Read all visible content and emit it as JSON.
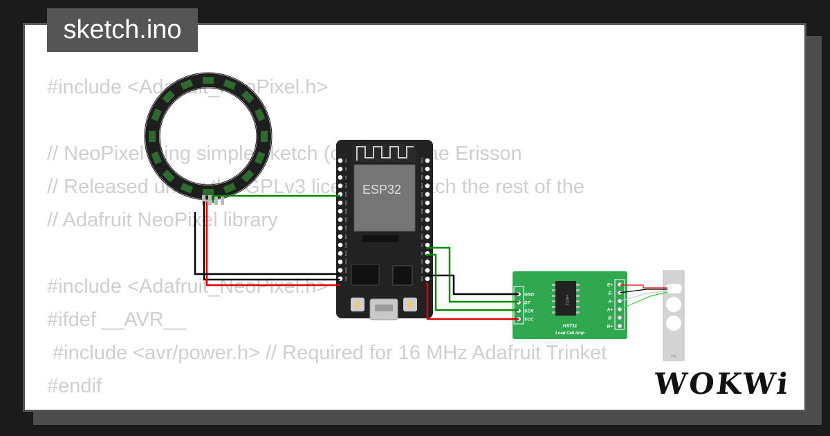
{
  "title": "sketch.ino",
  "code_lines": [
    "#include <Adafruit_NeoPixel.h>",
    "",
    "// NeoPixel Ring simple sketch (c) 2013 Shae Erisson",
    "// Released under the GPLv3 license to match the rest of the",
    "// Adafruit NeoPixel library",
    "",
    "#include <Adafruit_NeoPixel.h>",
    "#ifdef __AVR__",
    " #include <avr/power.h> // Required for 16 MHz Adafruit Trinket",
    "#endif"
  ],
  "esp32": {
    "label": "ESP32",
    "left_pins": [
      "EN",
      "VP",
      "VN",
      "D34",
      "D35",
      "D32",
      "D33",
      "D25",
      "D26",
      "D27",
      "D14",
      "D12",
      "D13",
      "GND",
      "VIN"
    ],
    "right_pins": [
      "D23",
      "D22",
      "TX0",
      "RX0",
      "D21",
      "D19",
      "D18",
      "D5",
      "TX2",
      "RX2",
      "D4",
      "D2",
      "D15",
      "GND",
      "3V3"
    ]
  },
  "hx711": {
    "title": "HX711",
    "subtitle": "Load Cell Amp",
    "chip_label": "HX711",
    "left_pins": [
      "GND",
      "DT",
      "SCK",
      "VCC"
    ],
    "right_pins": [
      "E+",
      "E-",
      "A-",
      "A+",
      "B-",
      "B+"
    ]
  },
  "load_cell": {
    "label": "5kg"
  },
  "brand": "WOKWi",
  "colors": {
    "background": "#1b1b1b",
    "card": "#ffffff",
    "card_border": "#555555",
    "code_text": "#cfcfcf",
    "board_dark": "#222222",
    "pcb_green": "#2fa84f",
    "ring_dark": "#1e1e1e",
    "led_green": "#2e6a2e",
    "wire_green": "#008a00",
    "wire_red": "#e00000",
    "wire_black": "#000000"
  }
}
